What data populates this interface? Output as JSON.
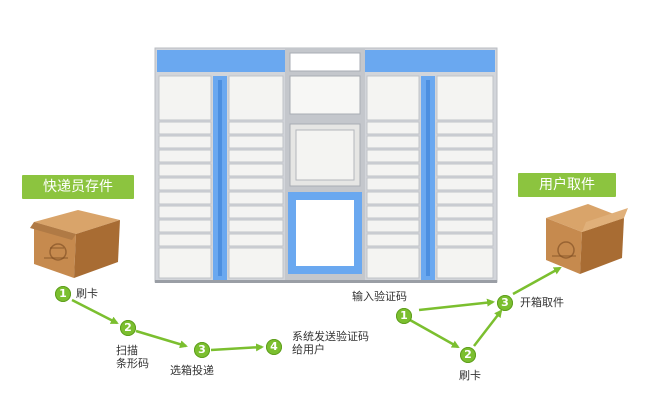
{
  "left_section": {
    "title": "快递员存件",
    "steps": [
      {
        "num": "1",
        "label": "刷卡"
      },
      {
        "num": "2",
        "label_line1": "扫描",
        "label_line2": "条形码"
      },
      {
        "num": "3",
        "label": "选箱投递"
      },
      {
        "num": "4",
        "label_line1": "系统发送验证码",
        "label_line2": "给用户"
      }
    ]
  },
  "right_section": {
    "title": "用户取件",
    "steps": [
      {
        "num": "1",
        "label": "输入验证码"
      },
      {
        "num": "2",
        "label": "刷卡"
      },
      {
        "num": "3",
        "label": "开箱取件"
      }
    ]
  },
  "colors": {
    "accent_green": "#8cc43f",
    "arrow_green": "#7bbf2f",
    "locker_blue": "#6aa8f0",
    "locker_frame": "#c9ccd1",
    "locker_door": "#f4f4f2",
    "box_brown": "#c68a4e"
  },
  "icons": [
    "package-box-icon",
    "parcel-locker-icon",
    "arrow-icon"
  ]
}
